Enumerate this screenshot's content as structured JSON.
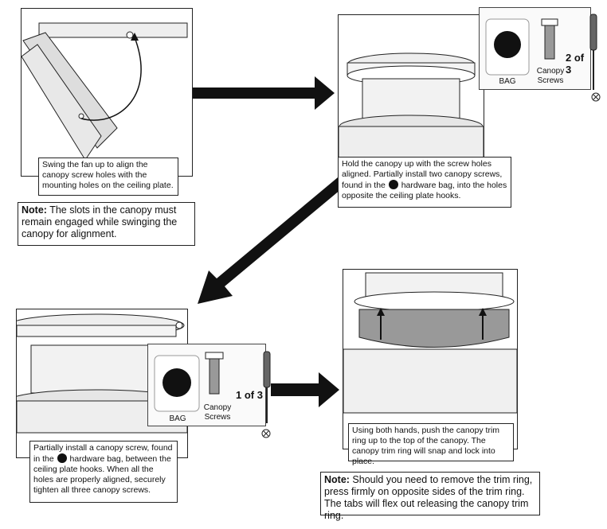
{
  "step1": {
    "caption": "Swing the fan up to align the canopy screw holes with the mounting holes on the ceiling plate."
  },
  "note1": {
    "label": "Note:",
    "text": " The slots in the canopy must remain engaged while swinging the canopy for alignment."
  },
  "step2": {
    "caption_before": "Hold the canopy up with the screw holes aligned. Partially install two canopy screws, found in the ",
    "caption_after": " hardware bag, into the holes opposite the ceiling plate hooks.",
    "inset": {
      "bag_label": "BAG",
      "screws_label": "Canopy\nScrews",
      "count": "2 of 3"
    }
  },
  "step3": {
    "caption_before": "Partially install a canopy screw, found in the ",
    "caption_after": " hardware bag, between the ceiling plate hooks. When all the holes are properly aligned, securely tighten all three canopy screws.",
    "inset": {
      "bag_label": "BAG",
      "screws_label": "Canopy\nScrews",
      "count": "1 of 3"
    }
  },
  "step4": {
    "caption": "Using both hands, push the canopy trim ring up to the top of the canopy. The canopy trim ring will snap and lock into place."
  },
  "note2": {
    "label": "Note:",
    "text": " Should you need to remove the trim ring, press firmly on opposite sides of the trim ring. The tabs will flex out releasing the canopy trim ring."
  }
}
